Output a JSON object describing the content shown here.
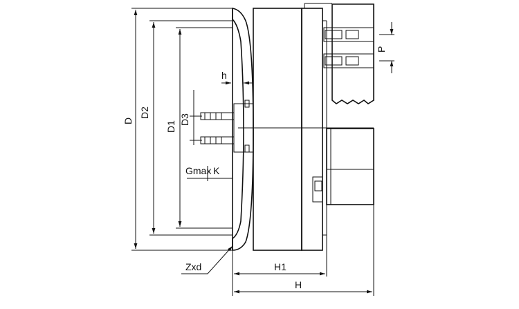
{
  "labels": {
    "D": "D",
    "D2": "D2",
    "D1": "D1",
    "D3": "D3",
    "h": "h",
    "Gmax": "Gmax",
    "K": "K",
    "P": "P",
    "Zxd": "Zxd",
    "H1": "H1",
    "H": "H"
  }
}
